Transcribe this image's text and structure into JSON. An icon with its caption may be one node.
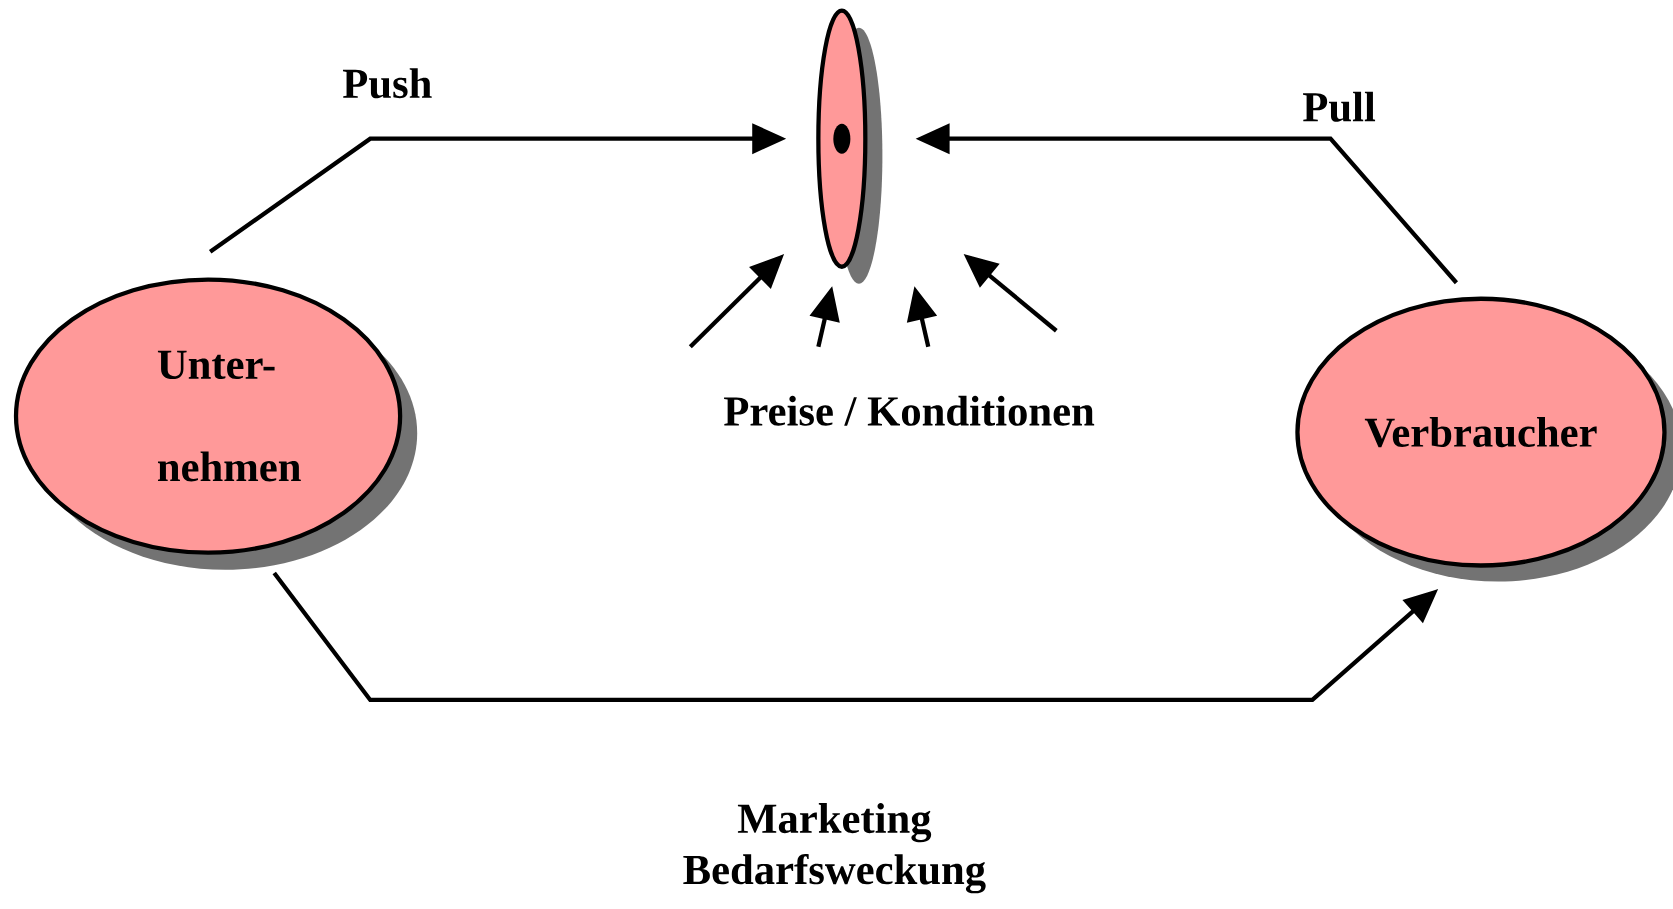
{
  "diagram": {
    "nodes": [
      {
        "text": [
          "Unter- nehmen"
        ]
      },
      {
        "text": [
          "Verbraucher"
        ]
      },
      {
        "text": [],
        "shape": "ellipse"
      },
      {
        "text": [
          "Preise / Konditionen"
        ]
      }
    ],
    "edges": [
      {
        "from": 0,
        "to": 2,
        "arrow": "to",
        "label": "Push"
      },
      {
        "from": 1,
        "to": 2,
        "arrow": "to",
        "label": "Pull"
      },
      {
        "from": 0,
        "to": 1,
        "arrow": "to",
        "label": "Marketing Bedarfsweckung"
      },
      {
        "from": 3,
        "to": 2,
        "arrow": "to"
      },
      {
        "from": 3,
        "to": 2,
        "arrow": "to"
      },
      {
        "from": 3,
        "to": 2,
        "arrow": "to"
      },
      {
        "from": 3,
        "to": 2,
        "arrow": "to"
      }
    ]
  }
}
